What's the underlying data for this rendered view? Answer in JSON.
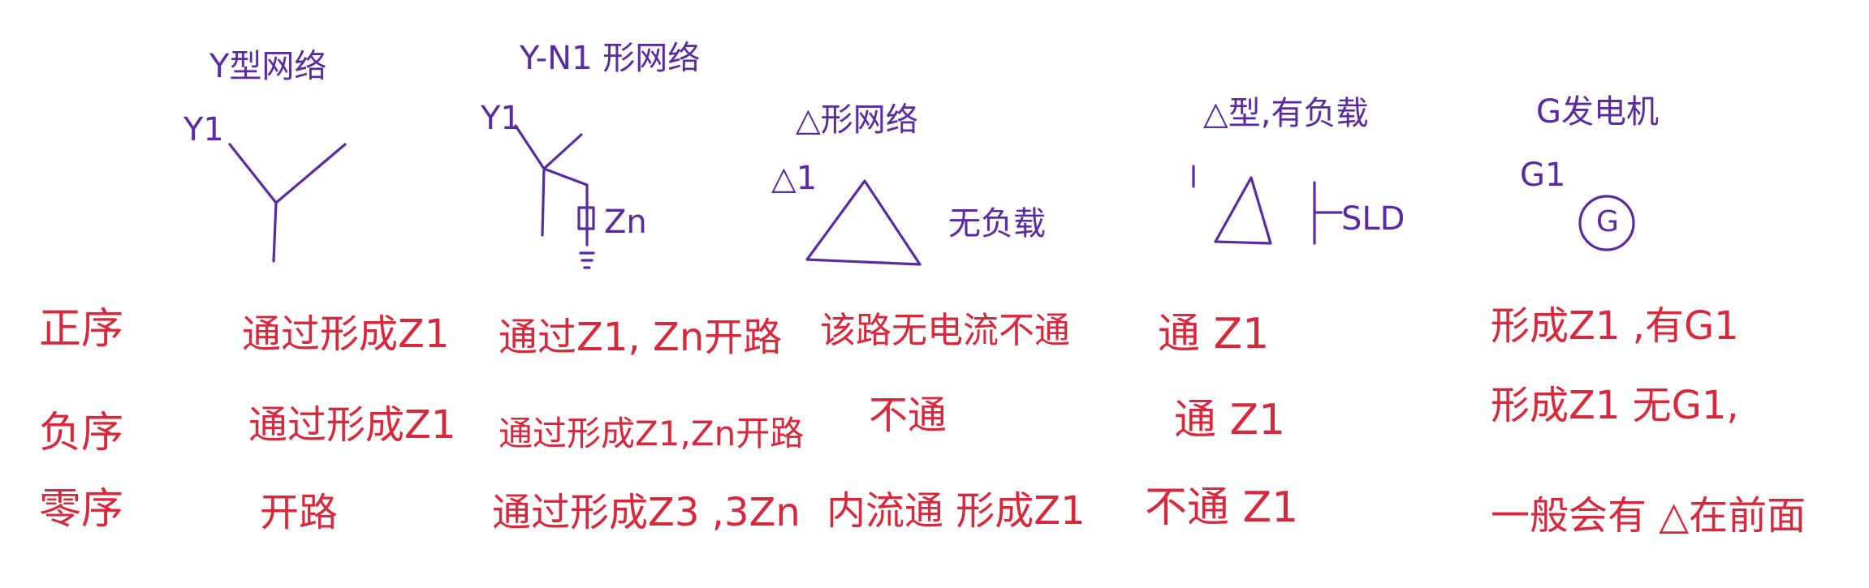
{
  "colors": {
    "diagram_ink": "#5a2aa0",
    "note_ink": "#d8283c",
    "background": "#ffffff"
  },
  "diagrams": {
    "y": {
      "title": "Y型网络",
      "label": "Y1"
    },
    "yn": {
      "title": "Y-N1 形网络",
      "label": "Y1",
      "impedance": "Zn"
    },
    "delta": {
      "title": "△形网络",
      "label": "△1",
      "note": "无负载"
    },
    "delta_load": {
      "title": "△型,有负载",
      "load": "SLD"
    },
    "gen": {
      "title": "G发电机",
      "label": "G1",
      "symbol": "G"
    }
  },
  "rows": [
    {
      "label": "正序",
      "cells": [
        "通过形成Z1",
        "通过Z1, Zn开路",
        "该路无电流不通",
        "通 Z1",
        "形成Z1 ,有G1"
      ]
    },
    {
      "label": "负序",
      "cells": [
        "通过形成Z1",
        "通过形成Z1,Zn开路",
        "不通",
        "通 Z1",
        "形成Z1 无G1,"
      ]
    },
    {
      "label": "零序",
      "cells": [
        "开路",
        "通过形成Z3 ,3Zn",
        "内流通 形成Z1",
        "不通 Z1",
        "一般会有 △在前面"
      ]
    }
  ]
}
